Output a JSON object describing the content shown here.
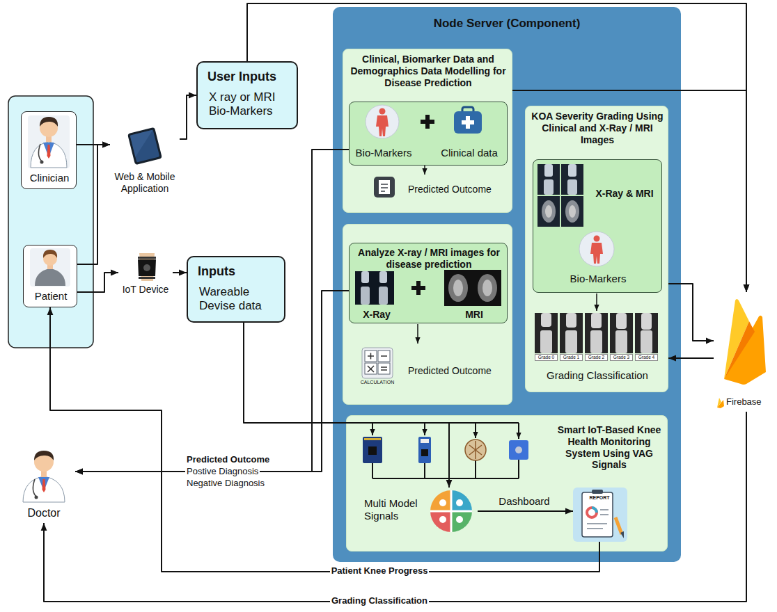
{
  "diagram": {
    "nodes": [
      {
        "text": [
          "Clinician"
        ]
      },
      {
        "text": [
          "Patient"
        ]
      },
      {
        "text": [
          "Web & Mobile Application"
        ]
      },
      {
        "text": [
          "User Inputs",
          "X ray or MRI Bio-Markers"
        ]
      },
      {
        "text": [
          "IoT Device"
        ]
      },
      {
        "text": [
          "Inputs",
          "Wareable Devise data"
        ]
      },
      {
        "text": [
          "Node Server (Component)"
        ]
      },
      {
        "text": [
          "Clinical, Biomarker Data and Demographics Data Modelling for Disease Prediction",
          "Predicted Outcome"
        ],
        "in": 6
      },
      {
        "text": [
          "Bio-Markers",
          "Clinical data"
        ],
        "in": 7
      },
      {
        "text": [
          "Predicted Outcome"
        ],
        "in": 6
      },
      {
        "text": [
          "Analyze X-ray / MRI images for disease prediction",
          "X-Ray",
          "MRI"
        ],
        "in": 9
      },
      {
        "text": [
          "KOA Severity Grading Using Clinical and X-Ray / MRI Images",
          "Grading Classification"
        ],
        "in": 6
      },
      {
        "text": [
          "X-Ray & MRI",
          "Bio-Markers"
        ],
        "in": 11
      },
      {
        "text": [
          "Smart IoT-Based Knee Health Monitoring System Using VAG Signals"
        ],
        "in": 6
      },
      {
        "text": [
          "Multi Model Signals"
        ],
        "in": 13
      },
      {
        "text": [
          "REPORT"
        ],
        "in": 13
      },
      {
        "text": [
          "Firebase"
        ]
      },
      {
        "text": [
          "Doctor"
        ]
      }
    ],
    "edges": [
      {
        "from": 0,
        "to": 2,
        "arrow": "to"
      },
      {
        "from": 1,
        "to": 2,
        "arrow": "to"
      },
      {
        "from": 2,
        "to": 3,
        "arrow": "to"
      },
      {
        "from": 1,
        "to": 4,
        "arrow": "to"
      },
      {
        "from": 4,
        "to": 5,
        "arrow": "to"
      },
      {
        "from": 3,
        "to": 16,
        "arrow": "to"
      },
      {
        "from": 7,
        "to": 16,
        "arrow": "to"
      },
      {
        "from": 8,
        "to": 17,
        "label": "Predicted Outcome",
        "arrow": "to"
      },
      {
        "from": 10,
        "to": 17,
        "arrow": "to"
      },
      {
        "from": 5,
        "to": 14,
        "arrow": "to"
      },
      {
        "from": 14,
        "to": 15,
        "label": "Dashboard",
        "arrow": "to"
      },
      {
        "from": 11,
        "to": 16,
        "arrow": "to"
      },
      {
        "from": 16,
        "to": 11,
        "arrow": "to"
      },
      {
        "from": 15,
        "to": 1,
        "label": "Patient Knee Progress",
        "arrow": "to"
      },
      {
        "from": 16,
        "to": 17,
        "label": "Grading Classification",
        "arrow": "to"
      }
    ],
    "labels": [
      "CALCULATION",
      "Grade 0",
      "Grade 1",
      "Grade 2",
      "Grade 3",
      "Grade 4",
      "Postive Diagnosis",
      "Negative Diagnosis"
    ]
  }
}
